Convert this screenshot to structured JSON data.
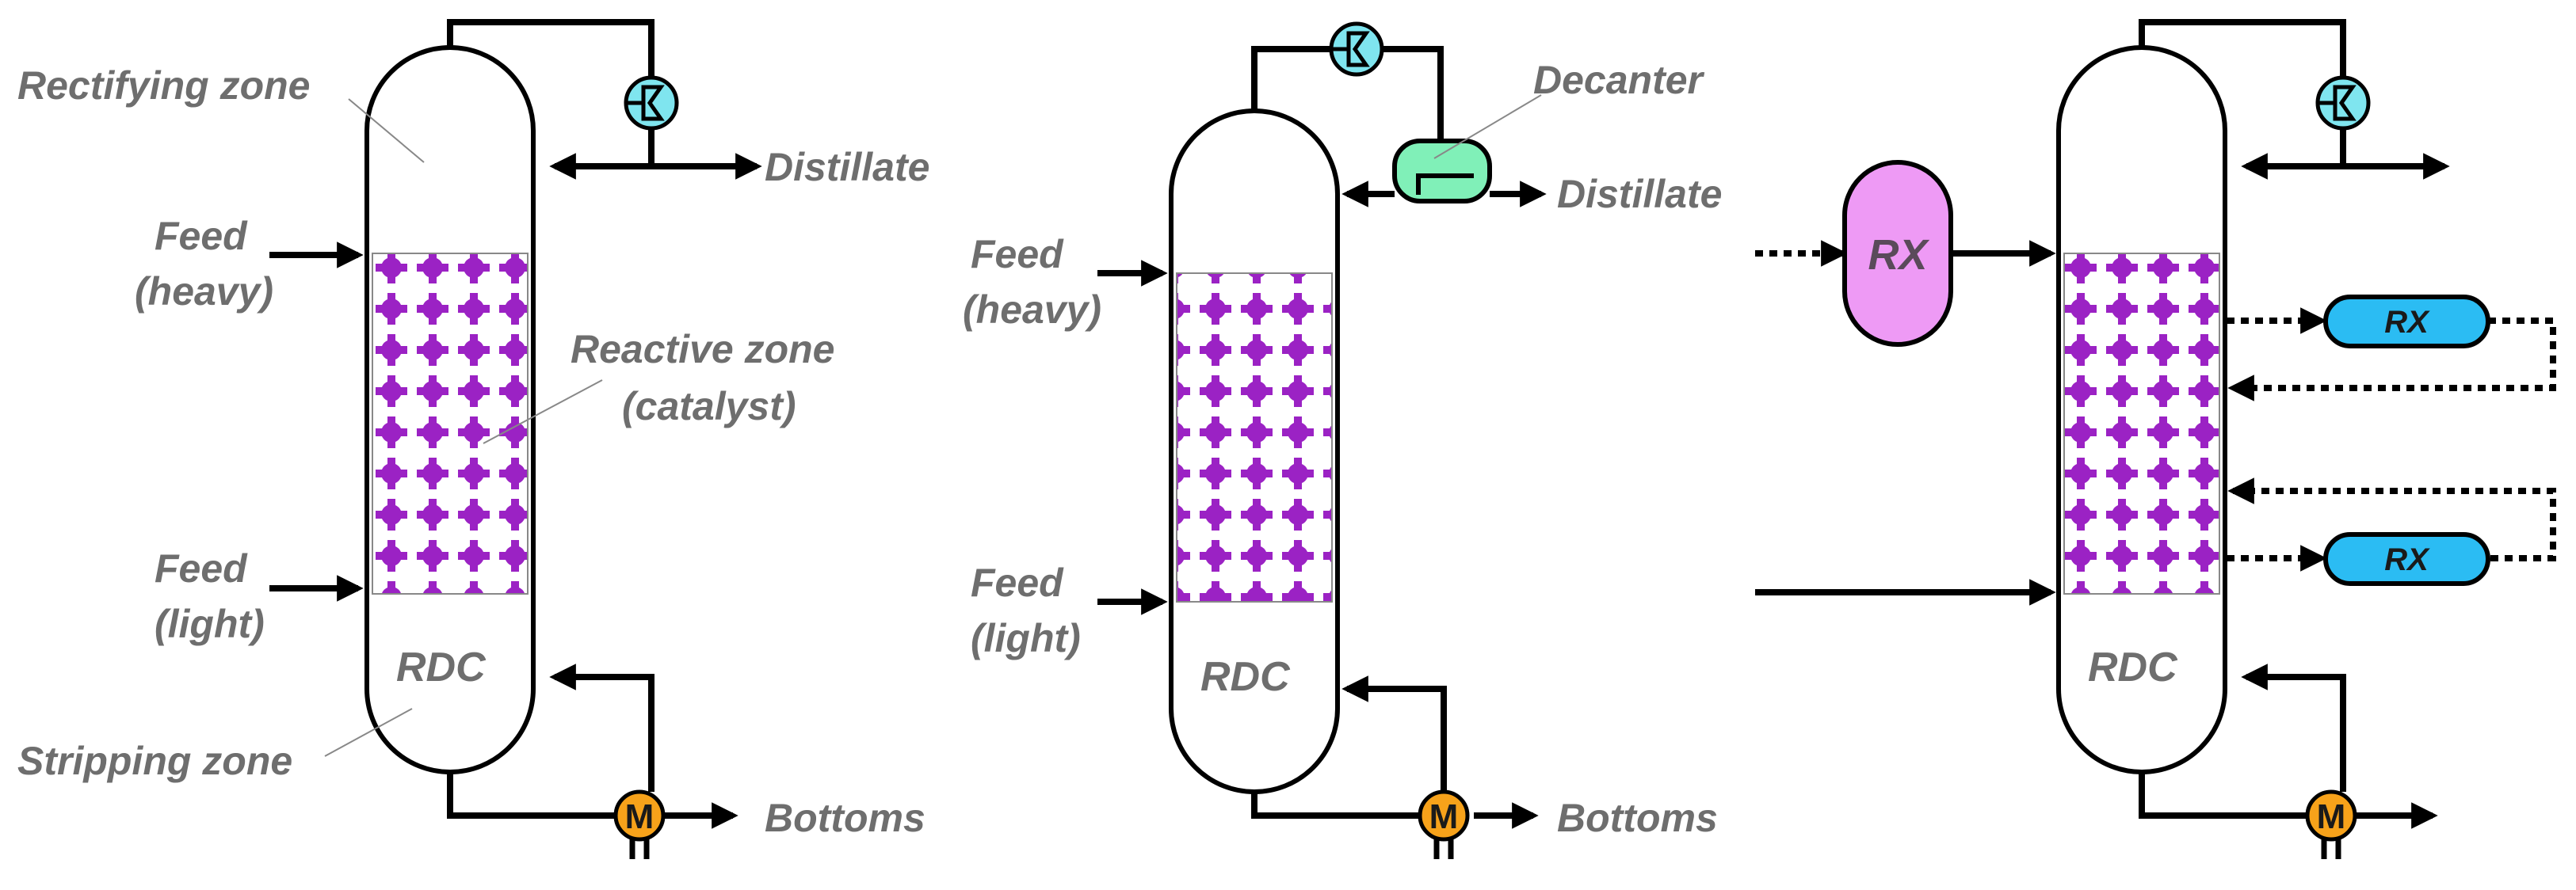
{
  "labels": {
    "rectifying_zone": "Rectifying zone",
    "feed_heavy_1": "Feed",
    "feed_heavy_2": "(heavy)",
    "reactive_zone_1": "Reactive zone",
    "reactive_zone_2": "(catalyst)",
    "feed_light_1": "Feed",
    "feed_light_2": "(light)",
    "stripping_zone": "Stripping zone",
    "distillate": "Distillate",
    "bottoms": "Bottoms",
    "decanter": "Decanter",
    "rdc": "RDC",
    "rx": "RX",
    "motor": "M"
  },
  "colors": {
    "catalyst": "#9b22c4",
    "condenser": "#7fe5ef",
    "decanter": "#80f0b8",
    "reboiler": "#f7a21a",
    "rx_side": "#2bbcf3",
    "rx_pre": "#ee9af5",
    "line": "#000000",
    "label": "#6e6e6e"
  },
  "icons": [
    "condenser-icon",
    "reboiler-icon",
    "decanter-icon"
  ]
}
